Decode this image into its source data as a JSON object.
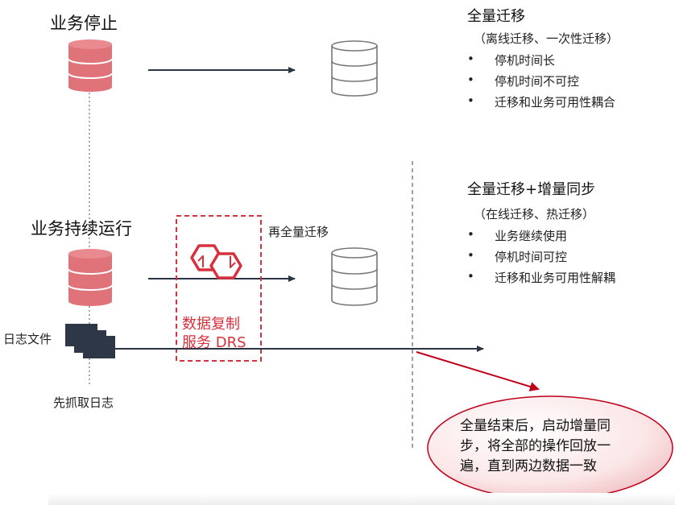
{
  "stop": {
    "title": "业务停止"
  },
  "running": {
    "title": "业务持续运行"
  },
  "full_migration": {
    "title": "全量迁移",
    "subtitle": "（离线迁移、一次性迁移）",
    "bullets": [
      "停机时间长",
      "停机时间不可控",
      "迁移和业务可用性耦合"
    ]
  },
  "incremental": {
    "title": "全量迁移+增量同步",
    "subtitle": "（在线迁移、热迁移）",
    "bullets": [
      "业务继续使用",
      "停机时间可控",
      "迁移和业务可用性解耦"
    ]
  },
  "re_full_migration": "再全量迁移",
  "drs": {
    "line1": "数据复制",
    "line2": "服务 DRS"
  },
  "log_file": "日志文件",
  "capture_log": "先抓取日志",
  "bubble": {
    "line1": "全量结束后，启动增量同",
    "line2": "步，将全部的操作回放一",
    "line3": "遍，直到两边数据一致"
  },
  "bullet_symbol": "•",
  "colors": {
    "db_red": "#e0737a",
    "db_red_dark": "#c8505a",
    "drs_red": "#d9303e",
    "arrow": "#2a3442",
    "log": "#2e3747"
  }
}
